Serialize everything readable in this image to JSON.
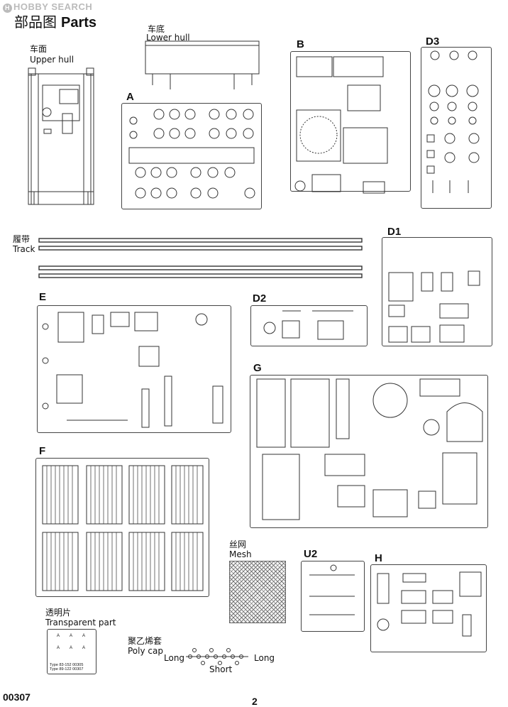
{
  "watermark": "HOBBY SEARCH",
  "header": {
    "title_cn": "部品图",
    "title_en": "Parts"
  },
  "labels": {
    "upper_hull_cn": "车面",
    "upper_hull_en": "Upper hull",
    "lower_hull_cn": "车底",
    "lower_hull_en": "Lower hull",
    "track_cn": "履带",
    "track_en": "Track",
    "mesh_cn": "丝网",
    "mesh_en": "Mesh",
    "transparent_cn": "透明片",
    "transparent_en": "Transparent part",
    "polycap_cn": "聚乙烯套",
    "polycap_en": "Poly cap",
    "long_left": "Long",
    "long_right": "Long",
    "short": "Short",
    "transparent_note_1": "Type 83-152 00305",
    "transparent_note_2": "Type 89-122 00307",
    "transparent_parts": [
      "A",
      "A",
      "A",
      "A",
      "A",
      "A"
    ]
  },
  "sprues": {
    "A": "A",
    "B": "B",
    "D3": "D3",
    "D1": "D1",
    "E": "E",
    "D2": "D2",
    "G": "G",
    "F": "F",
    "U2": "U2",
    "H": "H"
  },
  "footer": {
    "product_code": "00307",
    "page_number": "2"
  }
}
